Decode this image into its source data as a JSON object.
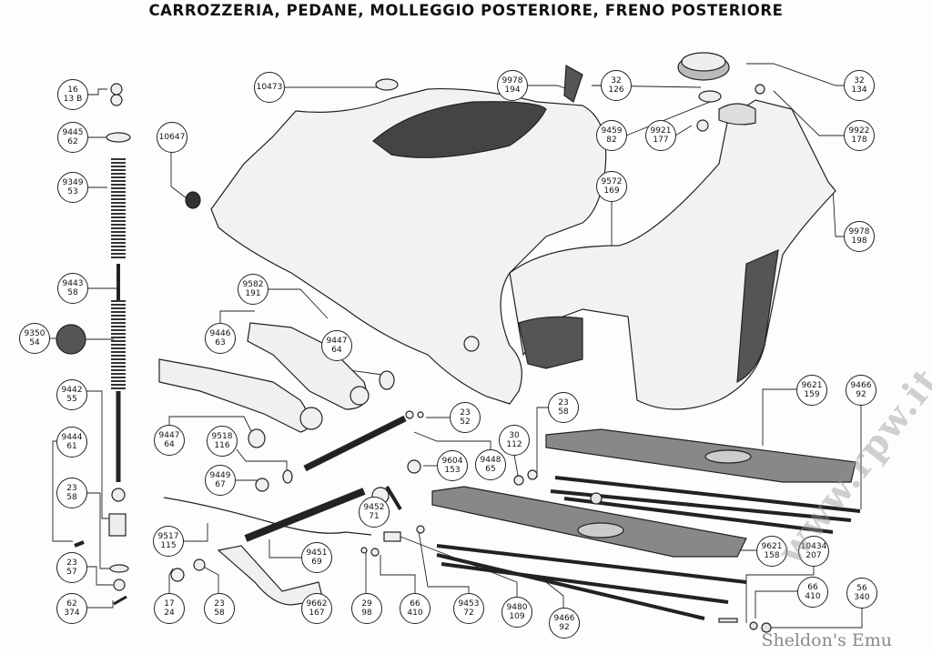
{
  "title": "CARROZZERIA, PEDANE, MOLLEGGIO POSTERIORE, FRENO POSTERIORE",
  "labels": [
    {
      "top": "16",
      "bottom": "13 B"
    },
    {
      "top": "9445",
      "bottom": "62"
    },
    {
      "top": "9349",
      "bottom": "53"
    },
    {
      "top": "9443",
      "bottom": "58"
    },
    {
      "top": "9350",
      "bottom": "54"
    },
    {
      "top": "9442",
      "bottom": "55"
    },
    {
      "top": "9444",
      "bottom": "61"
    },
    {
      "top": "23",
      "bottom": "58"
    },
    {
      "top": "23",
      "bottom": "57"
    },
    {
      "top": "62",
      "bottom": "374"
    },
    {
      "top": "10647",
      "bottom": ""
    },
    {
      "top": "10473",
      "bottom": ""
    },
    {
      "top": "9582",
      "bottom": "191"
    },
    {
      "top": "9446",
      "bottom": "63"
    },
    {
      "top": "9447",
      "bottom": "64"
    },
    {
      "top": "9447",
      "bottom": "64"
    },
    {
      "top": "9518",
      "bottom": "116"
    },
    {
      "top": "9449",
      "bottom": "67"
    },
    {
      "top": "9517",
      "bottom": "115"
    },
    {
      "top": "17",
      "bottom": "24"
    },
    {
      "top": "23",
      "bottom": "58"
    },
    {
      "top": "9662",
      "bottom": "167"
    },
    {
      "top": "9451",
      "bottom": "69"
    },
    {
      "top": "9452",
      "bottom": "71"
    },
    {
      "top": "29",
      "bottom": "98"
    },
    {
      "top": "66",
      "bottom": "410"
    },
    {
      "top": "9453",
      "bottom": "72"
    },
    {
      "top": "9480",
      "bottom": "109"
    },
    {
      "top": "9466",
      "bottom": "92"
    },
    {
      "top": "23",
      "bottom": "52"
    },
    {
      "top": "9448",
      "bottom": "65"
    },
    {
      "top": "9604",
      "bottom": "153"
    },
    {
      "top": "30",
      "bottom": "112"
    },
    {
      "top": "23",
      "bottom": "58"
    },
    {
      "top": "9621",
      "bottom": "159"
    },
    {
      "top": "9466",
      "bottom": "92"
    },
    {
      "top": "9621",
      "bottom": "158"
    },
    {
      "top": "10434",
      "bottom": "207"
    },
    {
      "top": "66",
      "bottom": "410"
    },
    {
      "top": "56",
      "bottom": "340"
    },
    {
      "top": "9978",
      "bottom": "194"
    },
    {
      "top": "32",
      "bottom": "126"
    },
    {
      "top": "32",
      "bottom": "134"
    },
    {
      "top": "9459",
      "bottom": "82"
    },
    {
      "top": "9921",
      "bottom": "177"
    },
    {
      "top": "9922",
      "bottom": "178"
    },
    {
      "top": "9572",
      "bottom": "169"
    },
    {
      "top": "9978",
      "bottom": "198"
    }
  ],
  "watermark": "www.rpw.it",
  "credit": "Sheldon's Emu"
}
